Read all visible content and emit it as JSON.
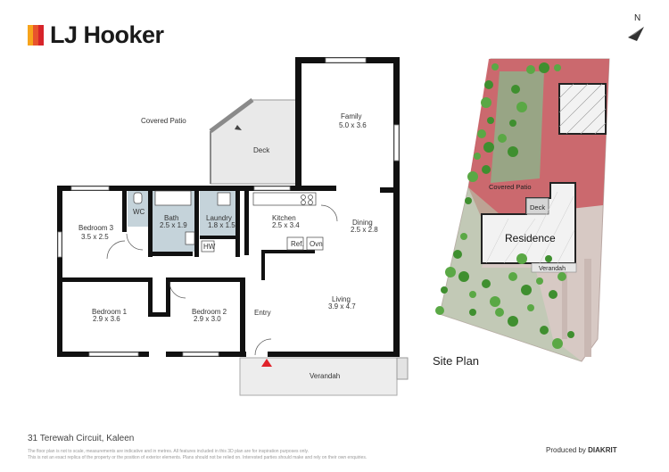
{
  "brand": {
    "name": "LJ Hooker",
    "stripe_colors": [
      "#f7a41c",
      "#e8542c",
      "#d7242a"
    ]
  },
  "compass": {
    "label": "N"
  },
  "floor_plan": {
    "rooms": {
      "covered_patio": "Covered Patio",
      "deck": "Deck",
      "family_name": "Family",
      "family_size": "5.0 x 3.6",
      "bedroom3_name": "Bedroom 3",
      "bedroom3_size": "3.5 x 2.5",
      "wc": "WC",
      "bath_name": "Bath",
      "bath_size": "2.5 x 1.9",
      "laundry_name": "Laundry",
      "laundry_size": "1.8 x 1.5",
      "hw": "HW",
      "kitchen_name": "Kitchen",
      "kitchen_size": "2.5 x 3.4",
      "dining_name": "Dining",
      "dining_size": "2.5 x 2.8",
      "ref": "Ref.",
      "ovn": "Ovn",
      "bedroom1_name": "Bedroom 1",
      "bedroom1_size": "2.9 x 3.6",
      "bedroom2_name": "Bedroom 2",
      "bedroom2_size": "2.9 x 3.0",
      "entry": "Entry",
      "living_name": "Living",
      "living_size": "3.9 x 4.7",
      "verandah": "Verandah"
    },
    "colors": {
      "wall": "#111111",
      "wet_area": "#c5d3da",
      "deck": "#e6e6e6",
      "entry_marker": "#e0222a"
    }
  },
  "site_plan": {
    "title": "Site Plan",
    "covered_patio": "Covered Patio",
    "deck": "Deck",
    "residence": "Residence",
    "verandah": "Verandah",
    "colors": {
      "boundary": "#d9485c",
      "lawn": "#8fb08a",
      "tree": "#3f8f2f"
    }
  },
  "footer": {
    "address": "31 Terewah Circuit, Kaleen",
    "disclaimer_line1": "The floor plan is not to scale, measurements are indicative and in metres. All features included in this 3D plan are for inspiration purposes only.",
    "disclaimer_line2": "This is not an exact replica of the property or the position of exterior elements. Plans should not be relied on. Interested parties should make and rely on their own enquiries.",
    "produced_by": "Produced by",
    "producer": "DIAKRIT"
  }
}
